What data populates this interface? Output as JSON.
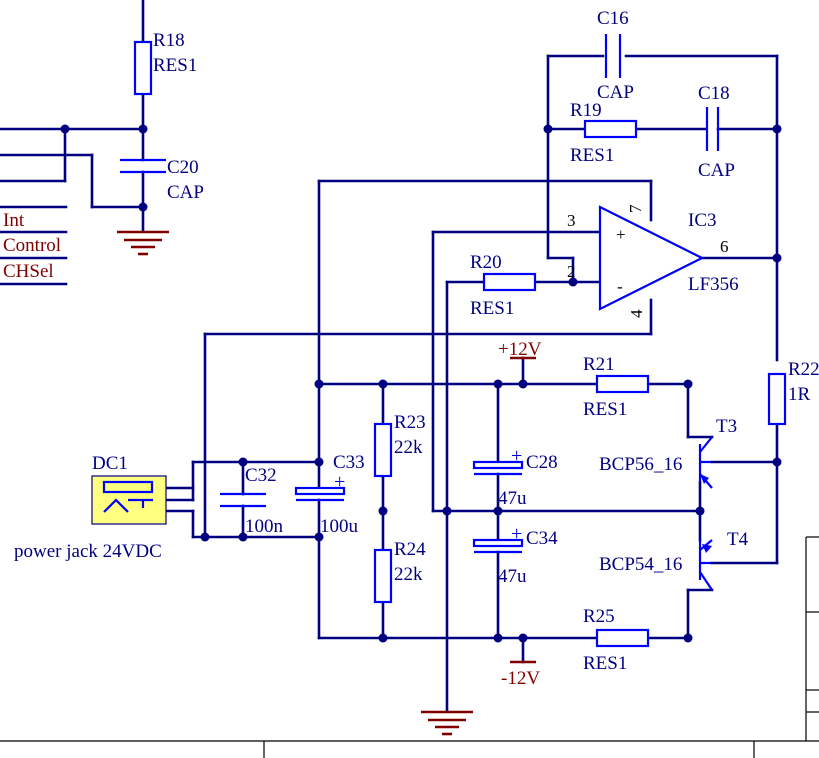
{
  "components": {
    "r18": {
      "ref": "R18",
      "value": "RES1"
    },
    "c20": {
      "ref": "C20",
      "value": "CAP"
    },
    "c16": {
      "ref": "C16",
      "value": "CAP"
    },
    "c18": {
      "ref": "C18",
      "value": "CAP"
    },
    "r19": {
      "ref": "R19",
      "value": "RES1"
    },
    "r20": {
      "ref": "R20",
      "value": "RES1"
    },
    "ic3": {
      "ref": "IC3",
      "value": "LF356",
      "pin3": "3",
      "pin2": "2",
      "pin6": "6",
      "pin7": "7",
      "pin4": "4",
      "plus": "+",
      "minus": "-"
    },
    "r22": {
      "ref": "R22",
      "value": "1R"
    },
    "r21": {
      "ref": "R21",
      "value": "RES1"
    },
    "r25": {
      "ref": "R25",
      "value": "RES1"
    },
    "t3": {
      "ref": "T3",
      "value": "BCP56_16"
    },
    "t4": {
      "ref": "T4",
      "value": "BCP54_16"
    },
    "r23": {
      "ref": "R23",
      "value": "22k"
    },
    "r24": {
      "ref": "R24",
      "value": "22k"
    },
    "c28": {
      "ref": "C28",
      "value": "47u"
    },
    "c34": {
      "ref": "C34",
      "value": "47u"
    },
    "c32": {
      "ref": "C32",
      "value": "100n"
    },
    "c33": {
      "ref": "C33",
      "value": "100u"
    },
    "dc1": {
      "ref": "DC1",
      "value": "power jack 24VDC"
    }
  },
  "nets": {
    "int": "Int",
    "control": "Control",
    "chsel": "CHSel",
    "vpos": "+12V",
    "vneg": "-12V"
  },
  "colors": {
    "wire": "#000080",
    "part": "#0000ff",
    "power": "#800000",
    "connector_fill": "#ffff80"
  }
}
